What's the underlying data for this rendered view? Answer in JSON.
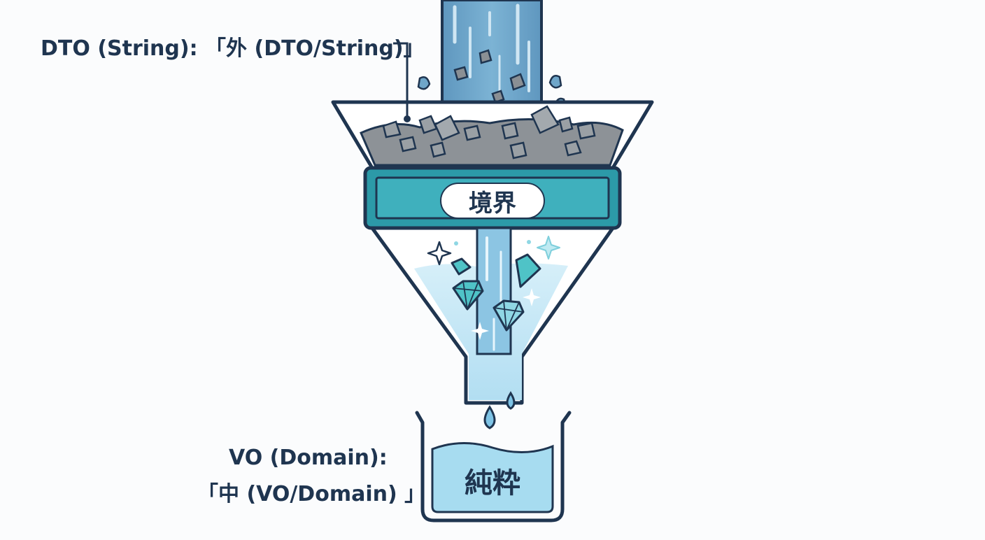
{
  "labels": {
    "outside": "DTO (String): 「外 (DTO/String)」",
    "inside_line1": "VO (Domain):",
    "inside_line2": "「中 (VO/Domain) 」"
  },
  "funnel": {
    "band_label": "境界"
  },
  "beaker": {
    "label": "純粋"
  },
  "colors": {
    "outline": "#1f3550",
    "water_stream": "#6fa6c9",
    "debris": "#8a8f94",
    "band": "#2c9aa8",
    "pure_water": "#a7dcf0",
    "crystal": "#4fc3c7"
  }
}
